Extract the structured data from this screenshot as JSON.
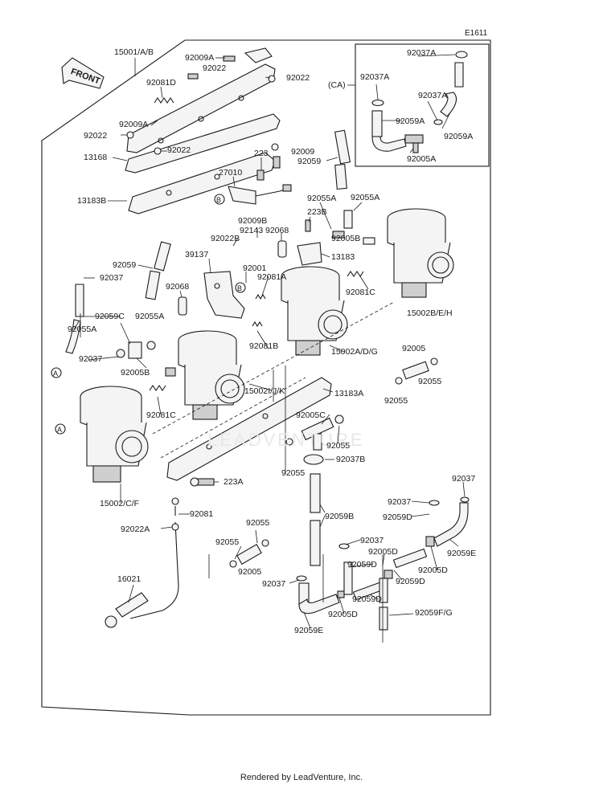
{
  "diagram_code": "E1611",
  "front_label": "FRONT",
  "ca_label": "(CA)",
  "marker_a": "A",
  "marker_b": "B",
  "watermark": "LEADVENTURE",
  "footer": "Rendered by LeadVenture, Inc.",
  "labels": {
    "l15001abc": "15001/A/B",
    "l92009a_1": "92009A",
    "l92022_1": "92022",
    "l92022_2": "92022",
    "l92081d": "92081D",
    "l92009a_2": "92009A",
    "l92022_3": "92022",
    "l92022_4": "92022",
    "l13168": "13168",
    "l223": "223",
    "l92009": "92009",
    "l92059_1": "92059",
    "l27010": "27010",
    "l13183b": "13183B",
    "l92037a_1": "92037A",
    "l92037a_2": "92037A",
    "l92037a_3": "92037A",
    "l92059a_1": "92059A",
    "l92059a_2": "92059A",
    "l92005a": "92005A",
    "l92055a_1": "92055A",
    "l92055a_2": "92055A",
    "l223b": "223B",
    "l92009b": "92009B",
    "l92143": "92143",
    "l92022b": "92022B",
    "l92068_1": "92068",
    "l92005b_1": "92005B",
    "l13183": "13183",
    "l39137": "39137",
    "l92059_2": "92059",
    "l92001": "92001",
    "l92081a": "92081A",
    "l92037_1": "92037",
    "l92068_2": "92068",
    "l92081c_1": "92081C",
    "l15002beh": "15002B/E/H",
    "l92059c": "92059C",
    "l92055a_3": "92055A",
    "l92055a_4": "92055A",
    "l92081b": "92081B",
    "l15002adg": "15002A/D/G",
    "l92037_2": "92037",
    "l92005b_2": "92005B",
    "l92005_1": "92005",
    "l92055_1": "92055",
    "l92055_2": "92055",
    "l15002ijk": "15002I/J/K",
    "l13183a": "13183A",
    "l92081c_2": "92081C",
    "l92005c": "92005C",
    "l92055_3": "92055",
    "l92037b": "92037B",
    "l92055_4": "92055",
    "l223a": "223A",
    "l15002cf": "15002/C/F",
    "l92081": "92081",
    "l92022a": "92022A",
    "l92059b": "92059B",
    "l92037_3": "92037",
    "l92037_4": "92037",
    "l92059d_1": "92059D",
    "l92059e_1": "92059E",
    "l92055_5": "92055",
    "l92055_6": "92055",
    "l92037_5": "92037",
    "l92005d_1": "92005D",
    "l92005_2": "92005",
    "l92059d_2": "92059D",
    "l92005d_2": "92005D",
    "l92059d_3": "92059D",
    "l16021": "16021",
    "l92037_6": "92037",
    "l92059d_4": "92059D",
    "l92059fg": "92059F/G",
    "l92005d_3": "92005D",
    "l92059e_2": "92059E"
  }
}
